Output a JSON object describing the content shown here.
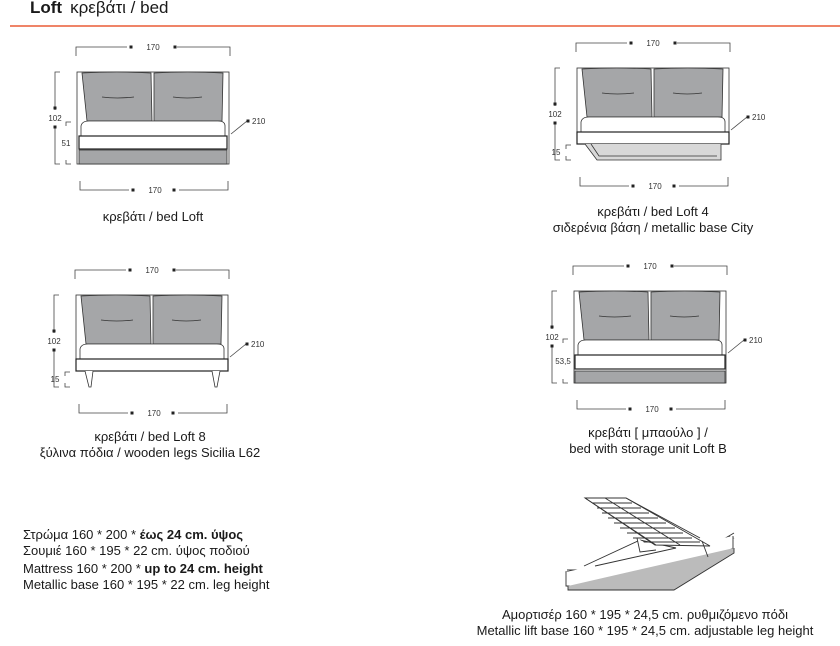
{
  "header": {
    "product": "Loft",
    "subtitle": "κρεβάτι / bed",
    "accent_color": "#ef8468"
  },
  "beds": [
    {
      "variant": "standard",
      "width_top": "170",
      "width_bottom": "170",
      "height": "102",
      "sub_height": "51",
      "depth": "210",
      "caption": [
        "κρεβάτι / bed Loft"
      ]
    },
    {
      "variant": "metal",
      "width_top": "170",
      "width_bottom": "170",
      "height": "102",
      "sub_height": "15",
      "depth": "210",
      "caption": [
        "κρεβάτι / bed Loft 4",
        "σιδερένια βάση / metallic base City"
      ]
    },
    {
      "variant": "legs",
      "width_top": "170",
      "width_bottom": "170",
      "height": "102",
      "sub_height": "15",
      "depth": "210",
      "caption": [
        "κρεβάτι / bed Loft 8",
        "ξύλινα πόδια / wooden legs Sicilia L62"
      ]
    },
    {
      "variant": "storage",
      "width_top": "170",
      "width_bottom": "170",
      "height": "102",
      "sub_height": "53,5",
      "depth": "210",
      "caption": [
        "κρεβάτι [ μπαούλο ] /",
        "bed with storage unit  Loft B"
      ]
    }
  ],
  "specs": {
    "mattress_gr": {
      "text": "Στρώμα 160 * 200 * ",
      "bold": "έως 24 cm. ύψος"
    },
    "base_gr": "Σουμιέ 160 * 195 * 22 cm. ύψος ποδιού",
    "mattress_en": {
      "text": "Mattress 160 * 200 * ",
      "bold": "up to 24 cm. height"
    },
    "base_en": "Metallic base  160 * 195 * 22 cm. leg height"
  },
  "lift_base": {
    "caption": [
      "Αμορτισέρ 160 * 195 * 24,5 cm. ρυθμιζόμενο πόδι",
      "Metallic lift base  160 * 195 * 24,5 cm. adjustable leg height"
    ]
  }
}
